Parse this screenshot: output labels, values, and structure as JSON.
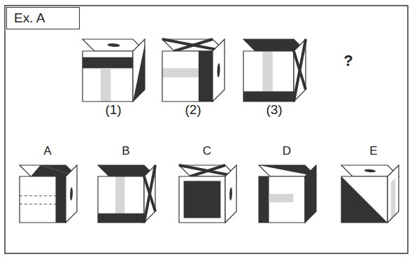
{
  "diagram": {
    "nodes": [
      {
        "text": [
          "Ex. A"
        ]
      }
    ],
    "labels": [
      "(1)",
      "(2)",
      "(3)",
      "?",
      "A",
      "B",
      "C",
      "D",
      "E"
    ]
  }
}
